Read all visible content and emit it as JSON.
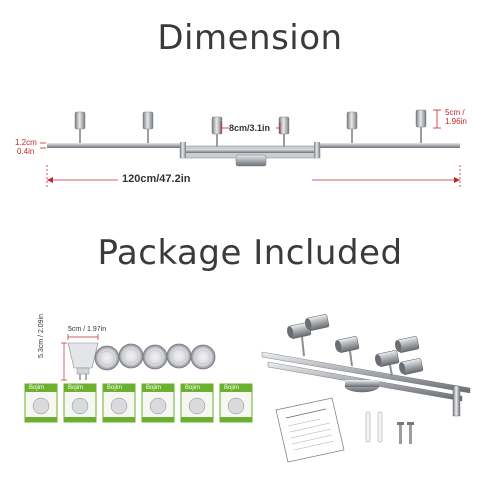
{
  "dimension": {
    "title": "Dimension",
    "total_length": "120cm/47.2in",
    "center_gap": "8cm/3.1in",
    "arm_thickness_cm": "1.2cm",
    "arm_thickness_in": "0.4in",
    "head_height_cm": "5cm /",
    "head_height_in": "1.96in"
  },
  "package": {
    "title": "Package Included",
    "bulb_width": "5cm / 1.97in",
    "bulb_height": "5.3cm / 2.09in",
    "box_brand": "Bojim"
  },
  "colors": {
    "heading": "#3a3a3a",
    "label_red": "#c0262c",
    "box_green": "#6bb02e",
    "metal": "#b8bcc0"
  }
}
